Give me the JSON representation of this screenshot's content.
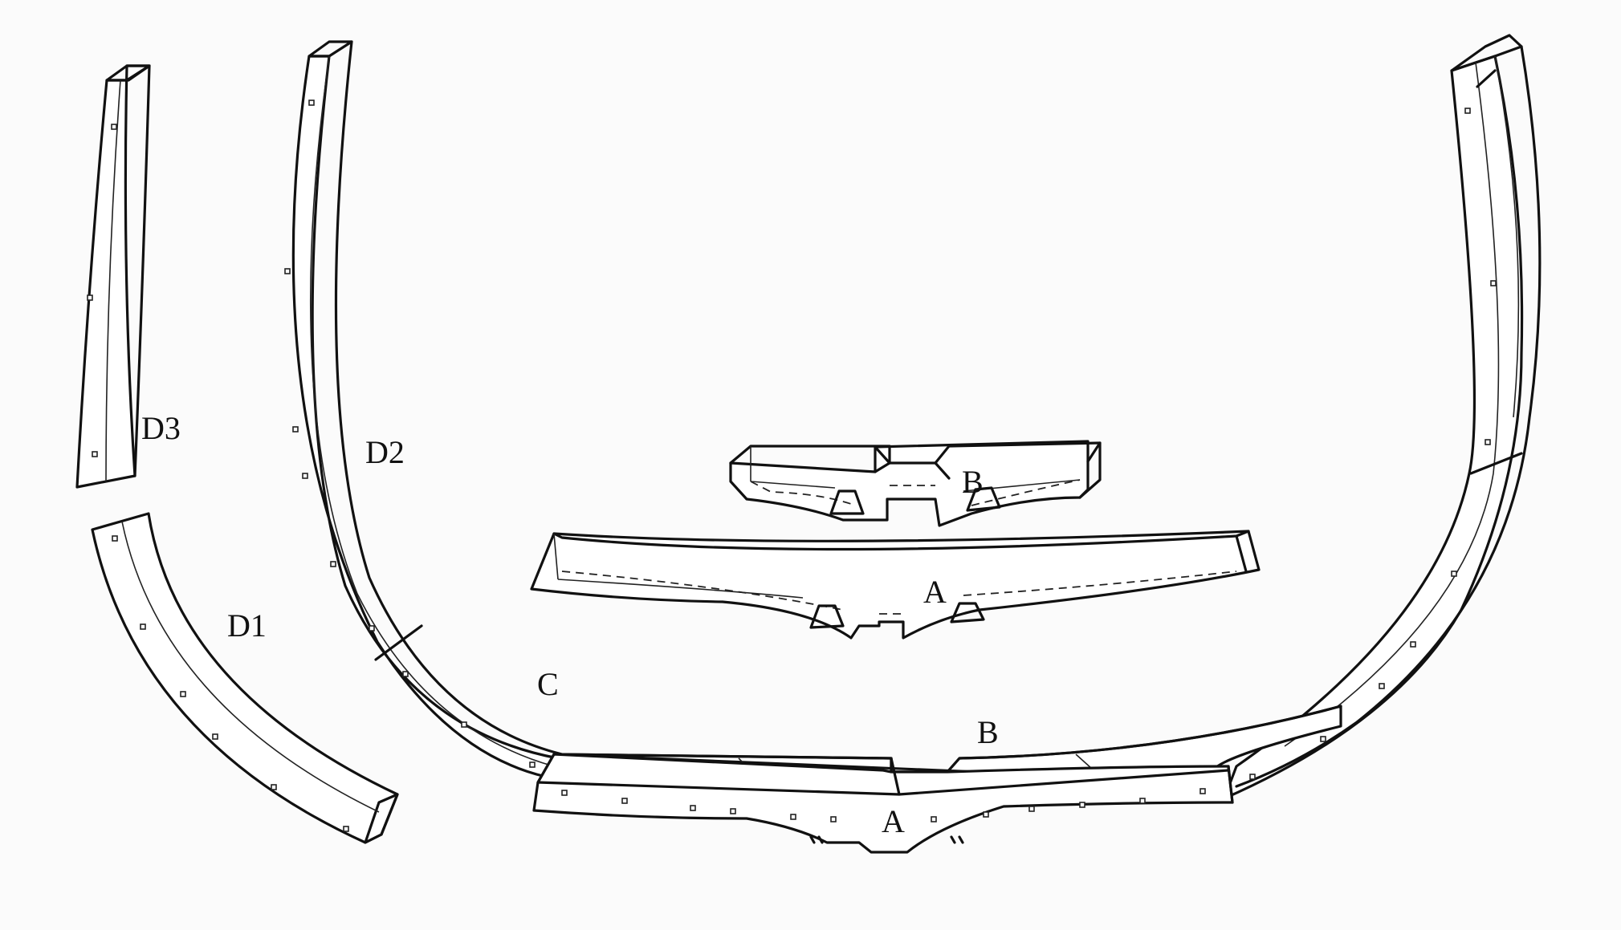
{
  "diagram": {
    "labels": {
      "d3": "D3",
      "d2": "D2",
      "d1": "D1",
      "c": "C",
      "b_small": "B",
      "a_small": "A",
      "b_main": "B",
      "a_main": "A"
    }
  }
}
